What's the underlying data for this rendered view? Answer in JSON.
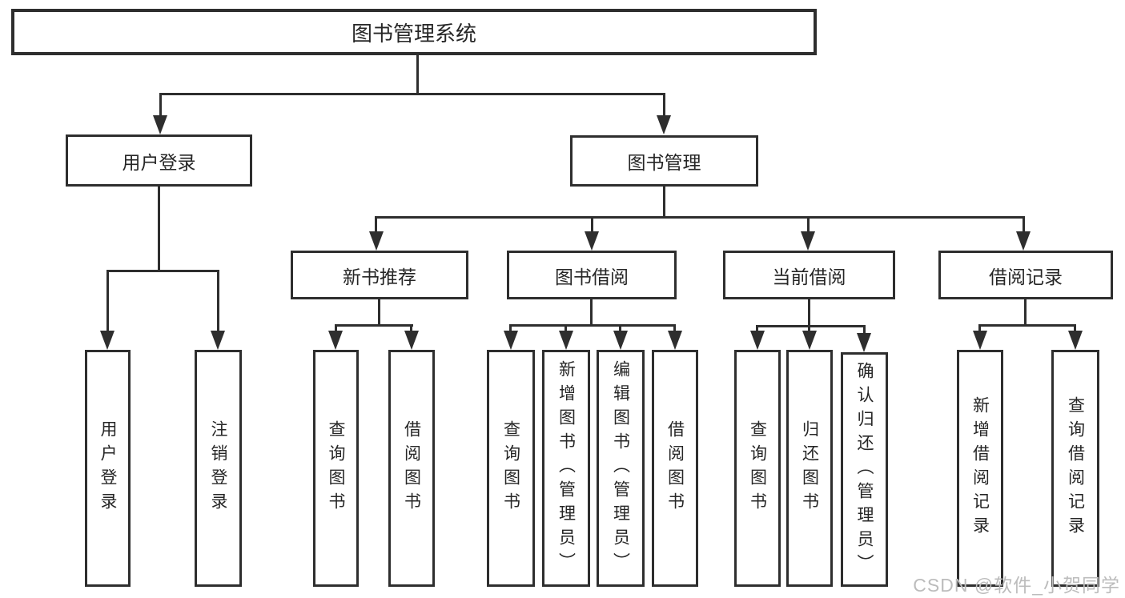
{
  "diagram_type": "hierarchy-tree",
  "tree": {
    "label": "图书管理系统",
    "children": [
      {
        "label": "用户登录",
        "children": [
          {
            "label": "用户登录"
          },
          {
            "label": "注销登录"
          }
        ]
      },
      {
        "label": "图书管理",
        "children": [
          {
            "label": "新书推荐",
            "children": [
              {
                "label": "查询图书"
              },
              {
                "label": "借阅图书"
              }
            ]
          },
          {
            "label": "图书借阅",
            "children": [
              {
                "label": "查询图书"
              },
              {
                "label": "新增图书（管理员）"
              },
              {
                "label": "编辑图书（管理员）"
              },
              {
                "label": "借阅图书"
              }
            ]
          },
          {
            "label": "当前借阅",
            "children": [
              {
                "label": "查询图书"
              },
              {
                "label": "归还图书"
              },
              {
                "label": "确认归还（管理员）"
              }
            ]
          },
          {
            "label": "借阅记录",
            "children": [
              {
                "label": "新增借阅记录"
              },
              {
                "label": "查询借阅记录"
              }
            ]
          }
        ]
      }
    ]
  },
  "watermark": "CSDN @软件_小贺同学",
  "colors": {
    "line": "#2e2e2e",
    "background": "#ffffff",
    "watermark_text": "#bcbcbc"
  }
}
